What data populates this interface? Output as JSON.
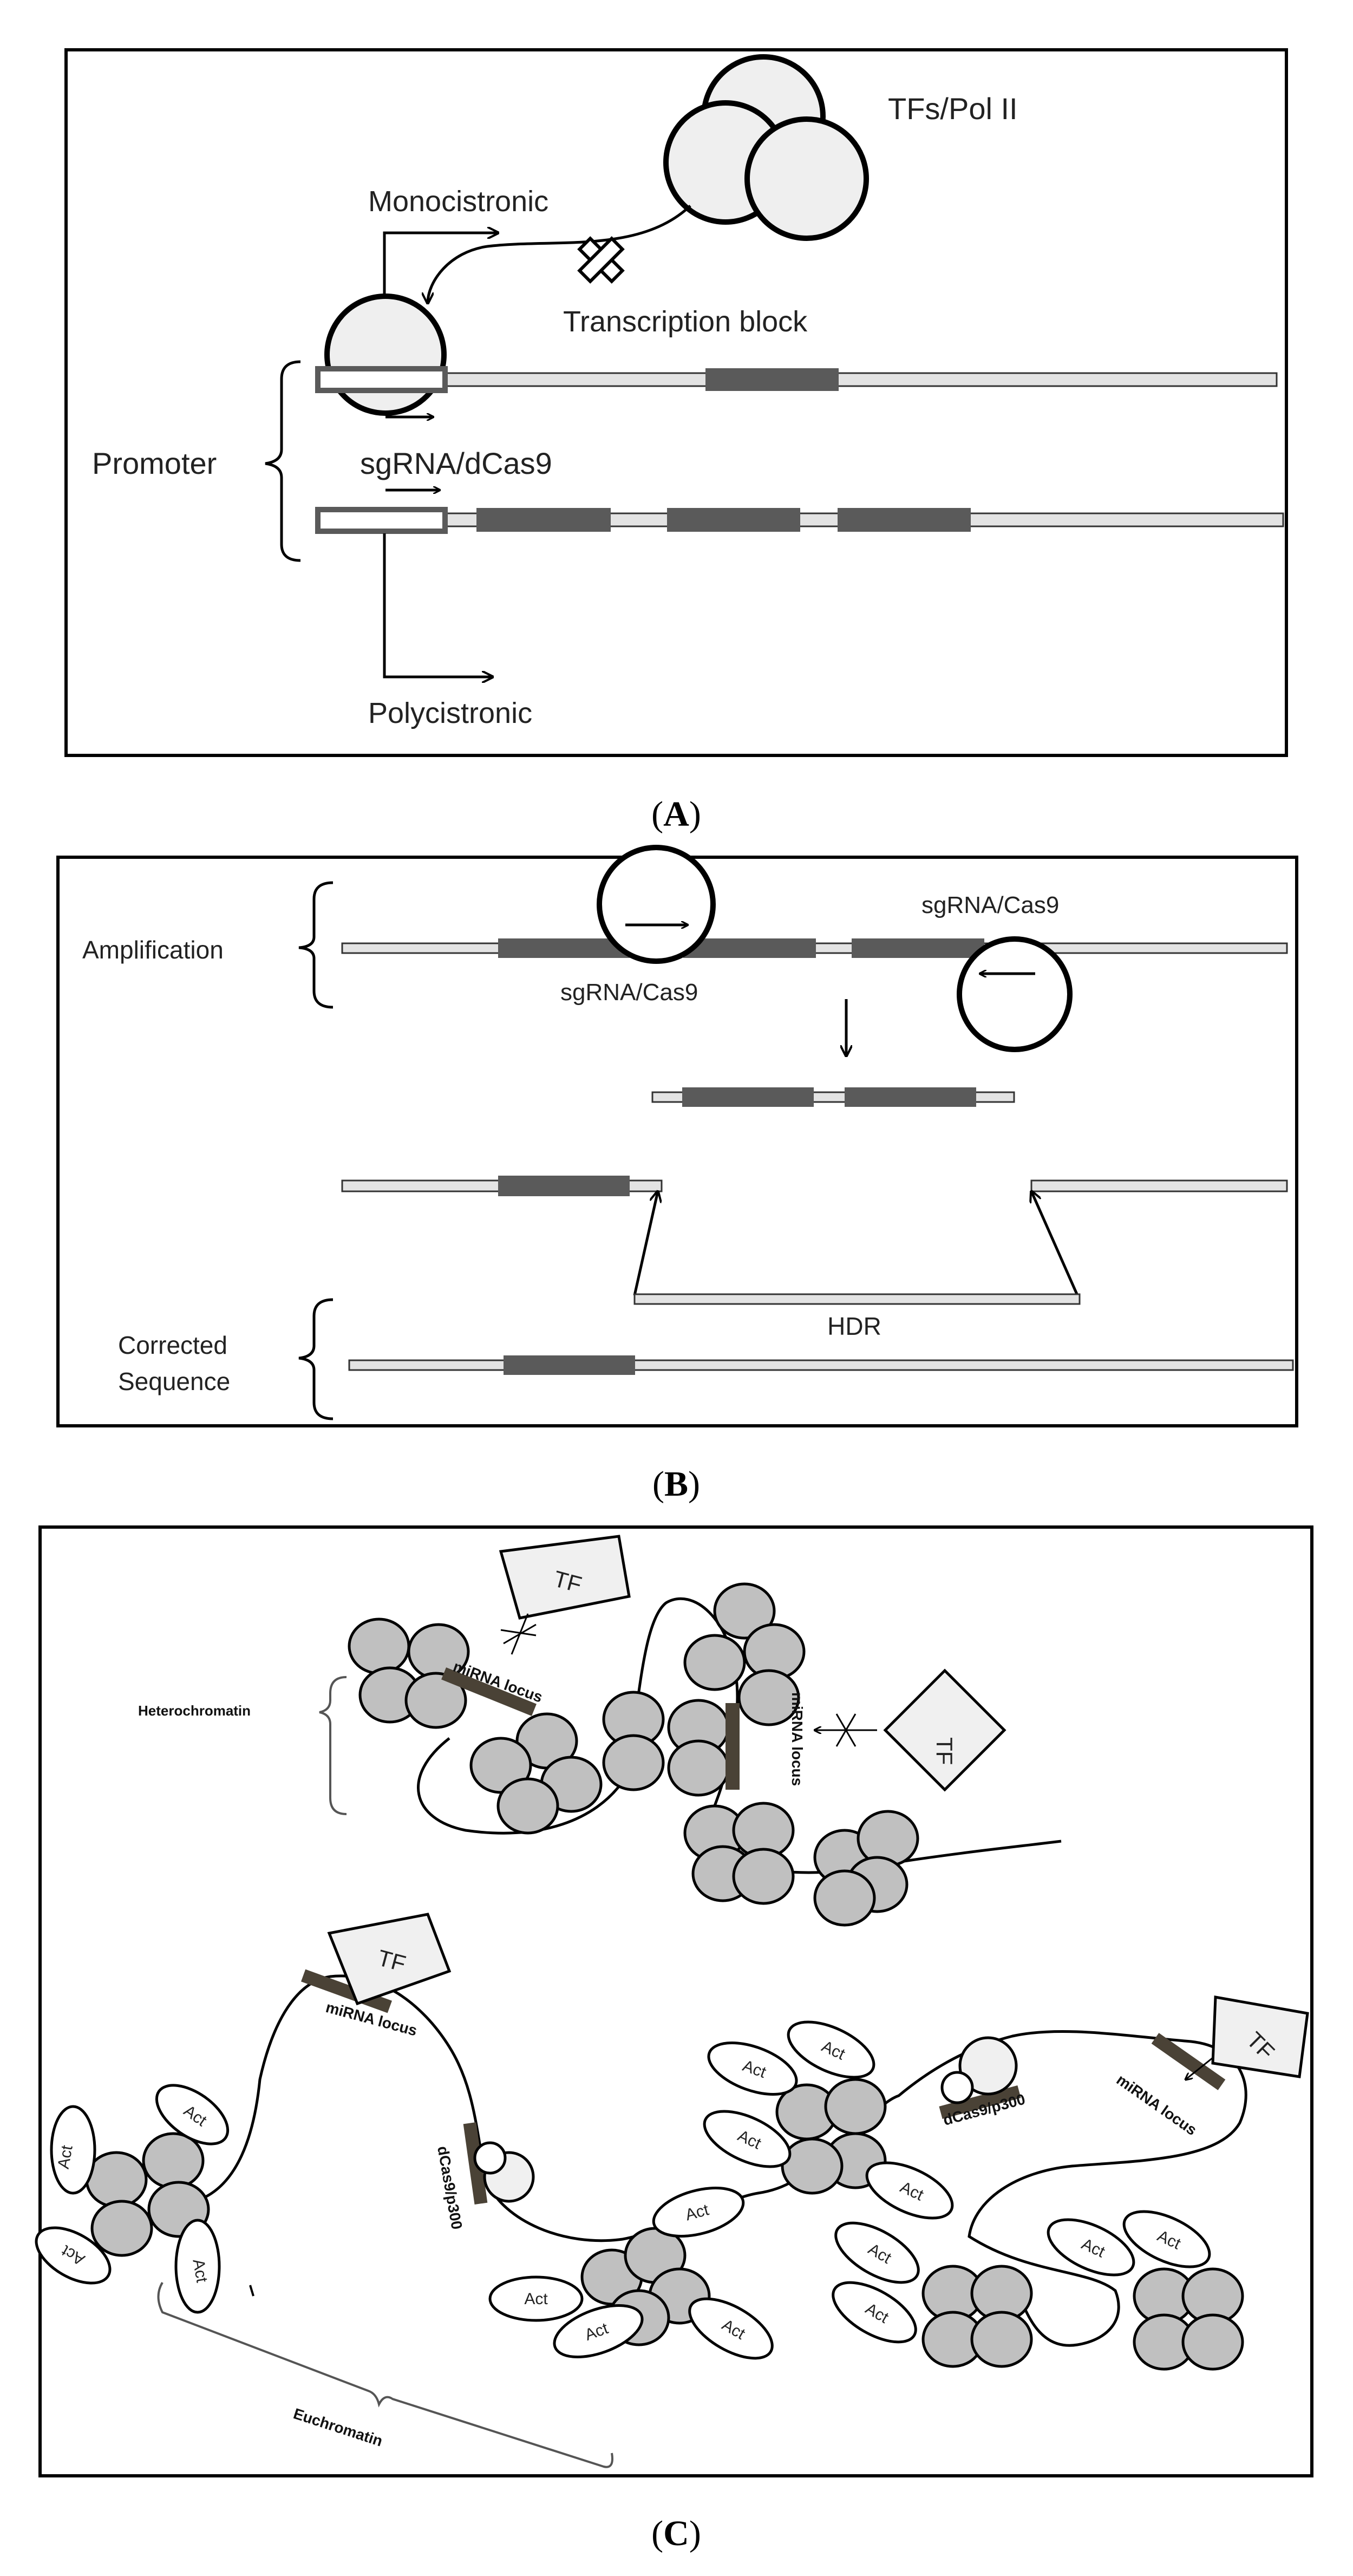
{
  "panel_a": {
    "caption_letter": "A",
    "tfs_label": "TFs/Pol II",
    "mono_label": "Monocistronic",
    "block_label": "Transcription block",
    "promoter_label": "Promoter",
    "sgrna_label": "sgRNA/dCas9",
    "poly_label": "Polycistronic"
  },
  "panel_b": {
    "caption_letter": "B",
    "amp_label": "Amplification",
    "sgrna_top": "sgRNA/Cas9",
    "sgrna_bottom": "sgRNA/Cas9",
    "hdr_label": "HDR",
    "corrected_line1": "Corrected",
    "corrected_line2": "Sequence"
  },
  "panel_c": {
    "caption_letter": "C",
    "heterochromatin": "Heterochromatin",
    "euchromatin": "Euchromatin",
    "tf": "TF",
    "mirna": "miRNA locus",
    "dcas9": "dCas9/p300",
    "act": "Act"
  },
  "colors": {
    "dark_block": "#5a5a5a",
    "strand": "#e3e3e3",
    "nucleosome": "#c0c0c0",
    "locus": "#4a4236"
  }
}
